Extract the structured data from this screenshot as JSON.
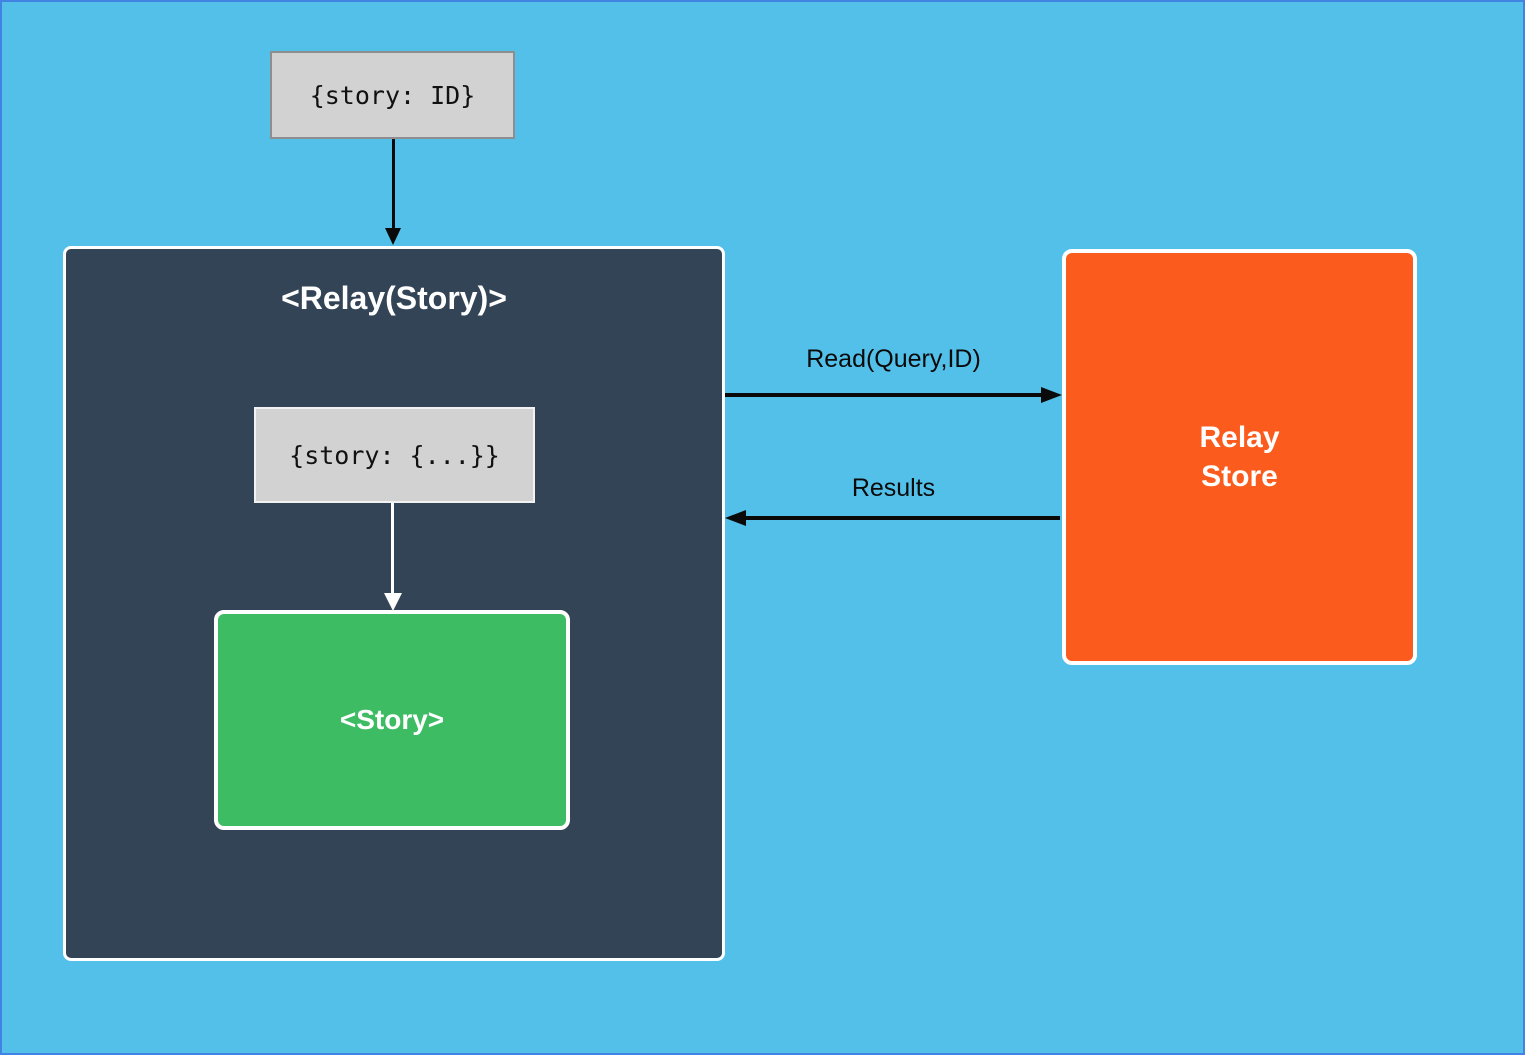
{
  "canvas": {
    "background_color": "#53c0e9",
    "frame_border_color": "#4183e3"
  },
  "nodes": {
    "query_props": {
      "label": "{story: ID}",
      "fill": "#d2d2d2",
      "border": "#8e8e8e"
    },
    "relay_container": {
      "title": "<Relay(Story)>",
      "fill": "#334456",
      "border": "#ffffff"
    },
    "story_props": {
      "label": "{story: {...}}",
      "fill": "#d2d2d2",
      "border": "#f2f2f2"
    },
    "story_component": {
      "label": "<Story>",
      "fill": "#3dbc64",
      "border": "#ffffff"
    },
    "relay_store": {
      "label": "Relay\nStore",
      "fill": "#fb5c1d",
      "border": "#ffffff"
    }
  },
  "edges": {
    "query_to_relay": {
      "style": "black-solid-down-arrow"
    },
    "props_to_story": {
      "style": "white-solid-down-arrow"
    },
    "read": {
      "label": "Read(Query,ID)",
      "direction": "right",
      "color": "#0a0a0a"
    },
    "results": {
      "label": "Results",
      "direction": "left",
      "color": "#0a0a0a"
    }
  }
}
